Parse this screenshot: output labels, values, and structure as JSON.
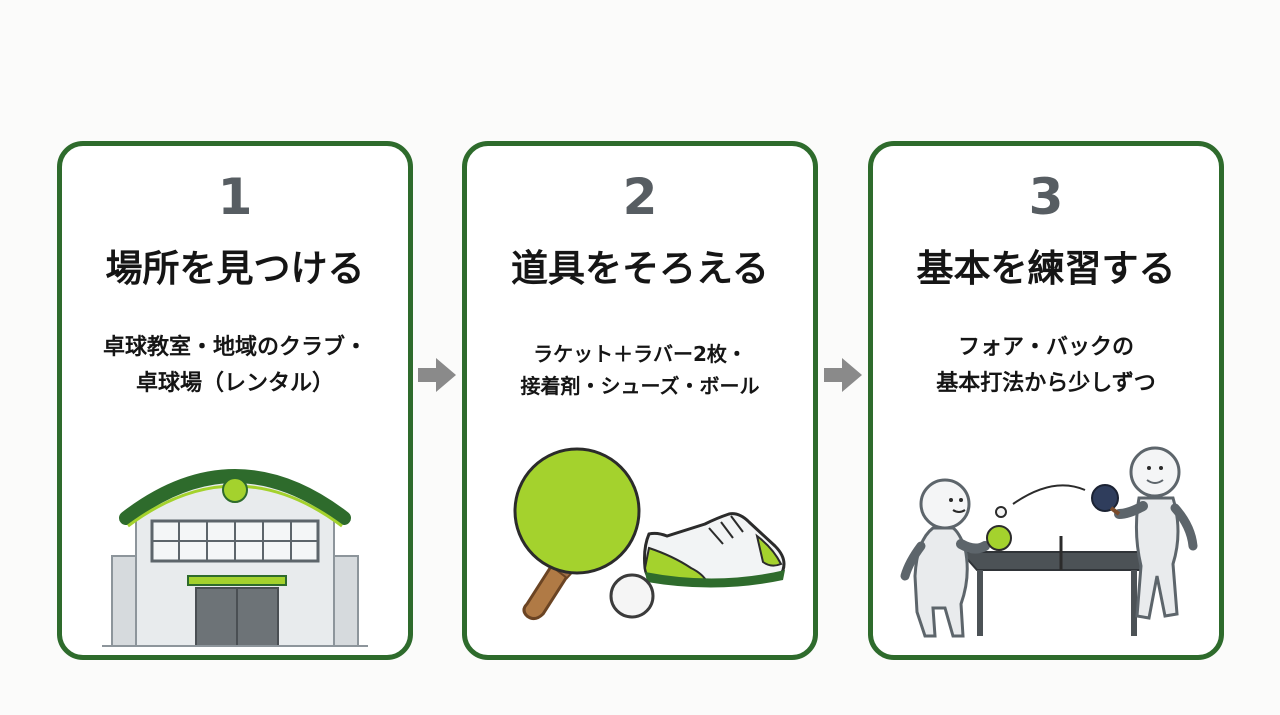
{
  "steps": [
    {
      "number": "1",
      "title": "場所を見つける",
      "desc_lines": [
        "卓球教室・地域のクラブ・",
        "卓球場（レンタル）"
      ],
      "icon": "building-icon"
    },
    {
      "number": "2",
      "title": "道具をそろえる",
      "desc_lines": [
        "ラケット＋ラバー2枚・",
        "接着剤・シューズ・ボール"
      ],
      "icon": "equipment-icon"
    },
    {
      "number": "3",
      "title": "基本を練習する",
      "desc_lines": [
        "フォア・バックの",
        "基本打法から少しずつ"
      ],
      "icon": "players-table-icon"
    }
  ],
  "colors": {
    "border_green": "#2e6b2c",
    "lime": "#a4d22d",
    "arrow_gray": "#8a8a8a",
    "number_gray": "#575d62"
  }
}
